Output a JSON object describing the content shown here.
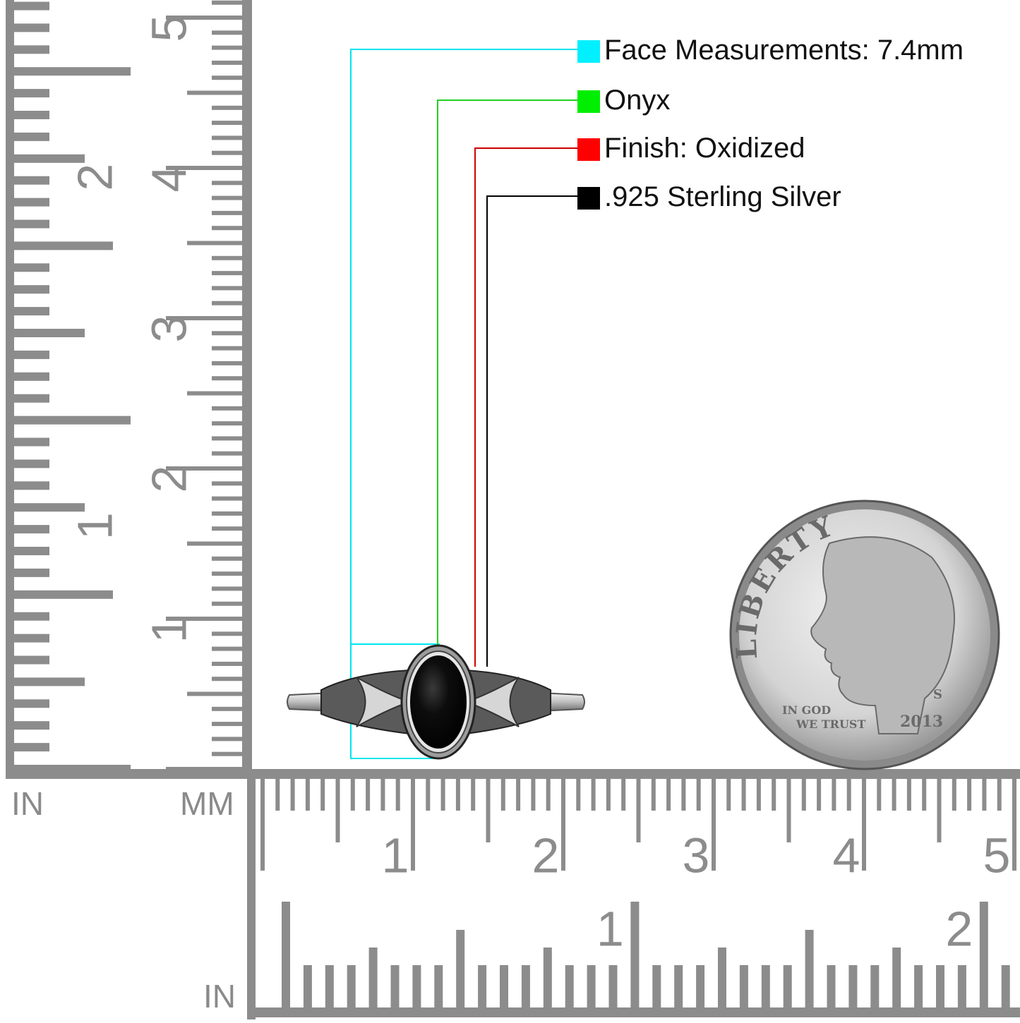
{
  "legend": [
    {
      "label": "Face Measurements: 7.4mm",
      "color": "#00e5f0",
      "swatch": "#00f0ff"
    },
    {
      "label": "Onyx",
      "color": "#22d022",
      "swatch": "#00ee00"
    },
    {
      "label": "Finish: Oxidized",
      "color": "#d00000",
      "swatch": "#ff0000"
    },
    {
      "label": ".925 Sterling Silver",
      "color": "#000000",
      "swatch": "#000000"
    }
  ],
  "rulers": {
    "color": "#8c8c8c",
    "left_inch_label": "IN",
    "left_mm_label": "MM",
    "bottom_inch_label": "IN",
    "vertical_inch_numbers": [
      "1",
      "2"
    ],
    "vertical_mm_numbers": [
      "1",
      "2",
      "3",
      "4",
      "5"
    ],
    "horizontal_mm_numbers": [
      "1",
      "2",
      "3",
      "4",
      "5"
    ],
    "horizontal_inch_numbers": [
      "1",
      "2"
    ]
  },
  "coin": {
    "motto_top": "LIBERTY",
    "motto_1": "IN GOD",
    "motto_2": "WE TRUST",
    "year": "2013",
    "mint_mark": "S"
  },
  "ring": {
    "stone_color": "#0a0a0a",
    "metal_color": "#c8c8c8"
  }
}
